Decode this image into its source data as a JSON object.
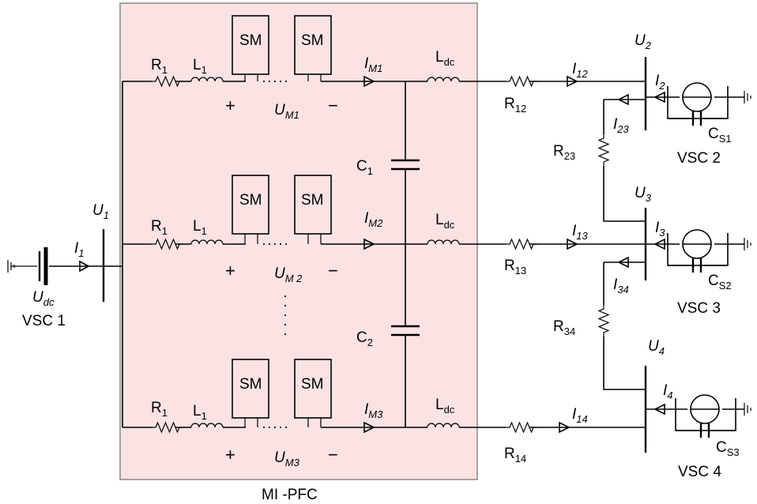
{
  "frame": {
    "fill": "#fbe3e3",
    "stroke": "#8a8a8a"
  },
  "frame_label": "MI -PFC",
  "sm": "SM",
  "plus": "+",
  "minus": "−",
  "r1": {
    "main": "R",
    "sub": "1"
  },
  "l1": {
    "main": "L",
    "sub": "1"
  },
  "ldc": {
    "main": "L",
    "sub": "dc"
  },
  "c1": {
    "main": "C",
    "sub": "1"
  },
  "c2": {
    "main": "C",
    "sub": "2"
  },
  "im1": {
    "main": "I",
    "sub": "M1"
  },
  "im2": {
    "main": "I",
    "sub": "M2"
  },
  "im3": {
    "main": "I",
    "sub": "M3"
  },
  "um1": {
    "main": "U",
    "sub": "M1"
  },
  "um2": {
    "main": "U",
    "sub": "M 2"
  },
  "um3": {
    "main": "U",
    "sub": "M3"
  },
  "u1": {
    "main": "U",
    "sub": "1"
  },
  "u2": {
    "main": "U",
    "sub": "2"
  },
  "u3": {
    "main": "U",
    "sub": "3"
  },
  "u4": {
    "main": "U",
    "sub": "4"
  },
  "i1": {
    "main": "I",
    "sub": "1"
  },
  "i2": {
    "main": "I",
    "sub": "2"
  },
  "i3": {
    "main": "I",
    "sub": "3"
  },
  "i4": {
    "main": "I",
    "sub": "4"
  },
  "i12": {
    "main": "I",
    "sub": "12"
  },
  "i13": {
    "main": "I",
    "sub": "13"
  },
  "i14": {
    "main": "I",
    "sub": "14"
  },
  "i23": {
    "main": "I",
    "sub": "23"
  },
  "i34": {
    "main": "I",
    "sub": "34"
  },
  "r12": {
    "main": "R",
    "sub": "12"
  },
  "r13": {
    "main": "R",
    "sub": "13"
  },
  "r14": {
    "main": "R",
    "sub": "14"
  },
  "r23": {
    "main": "R",
    "sub": "23"
  },
  "r34": {
    "main": "R",
    "sub": "34"
  },
  "cs1": {
    "main": "C",
    "sub": "S1"
  },
  "cs2": {
    "main": "C",
    "sub": "S2"
  },
  "cs3": {
    "main": "C",
    "sub": "S3"
  },
  "udc": {
    "main": "U",
    "sub": "dc"
  },
  "vsc1": "VSC 1",
  "vsc2": "VSC 2",
  "vsc3": "VSC 3",
  "vsc4": "VSC 4"
}
